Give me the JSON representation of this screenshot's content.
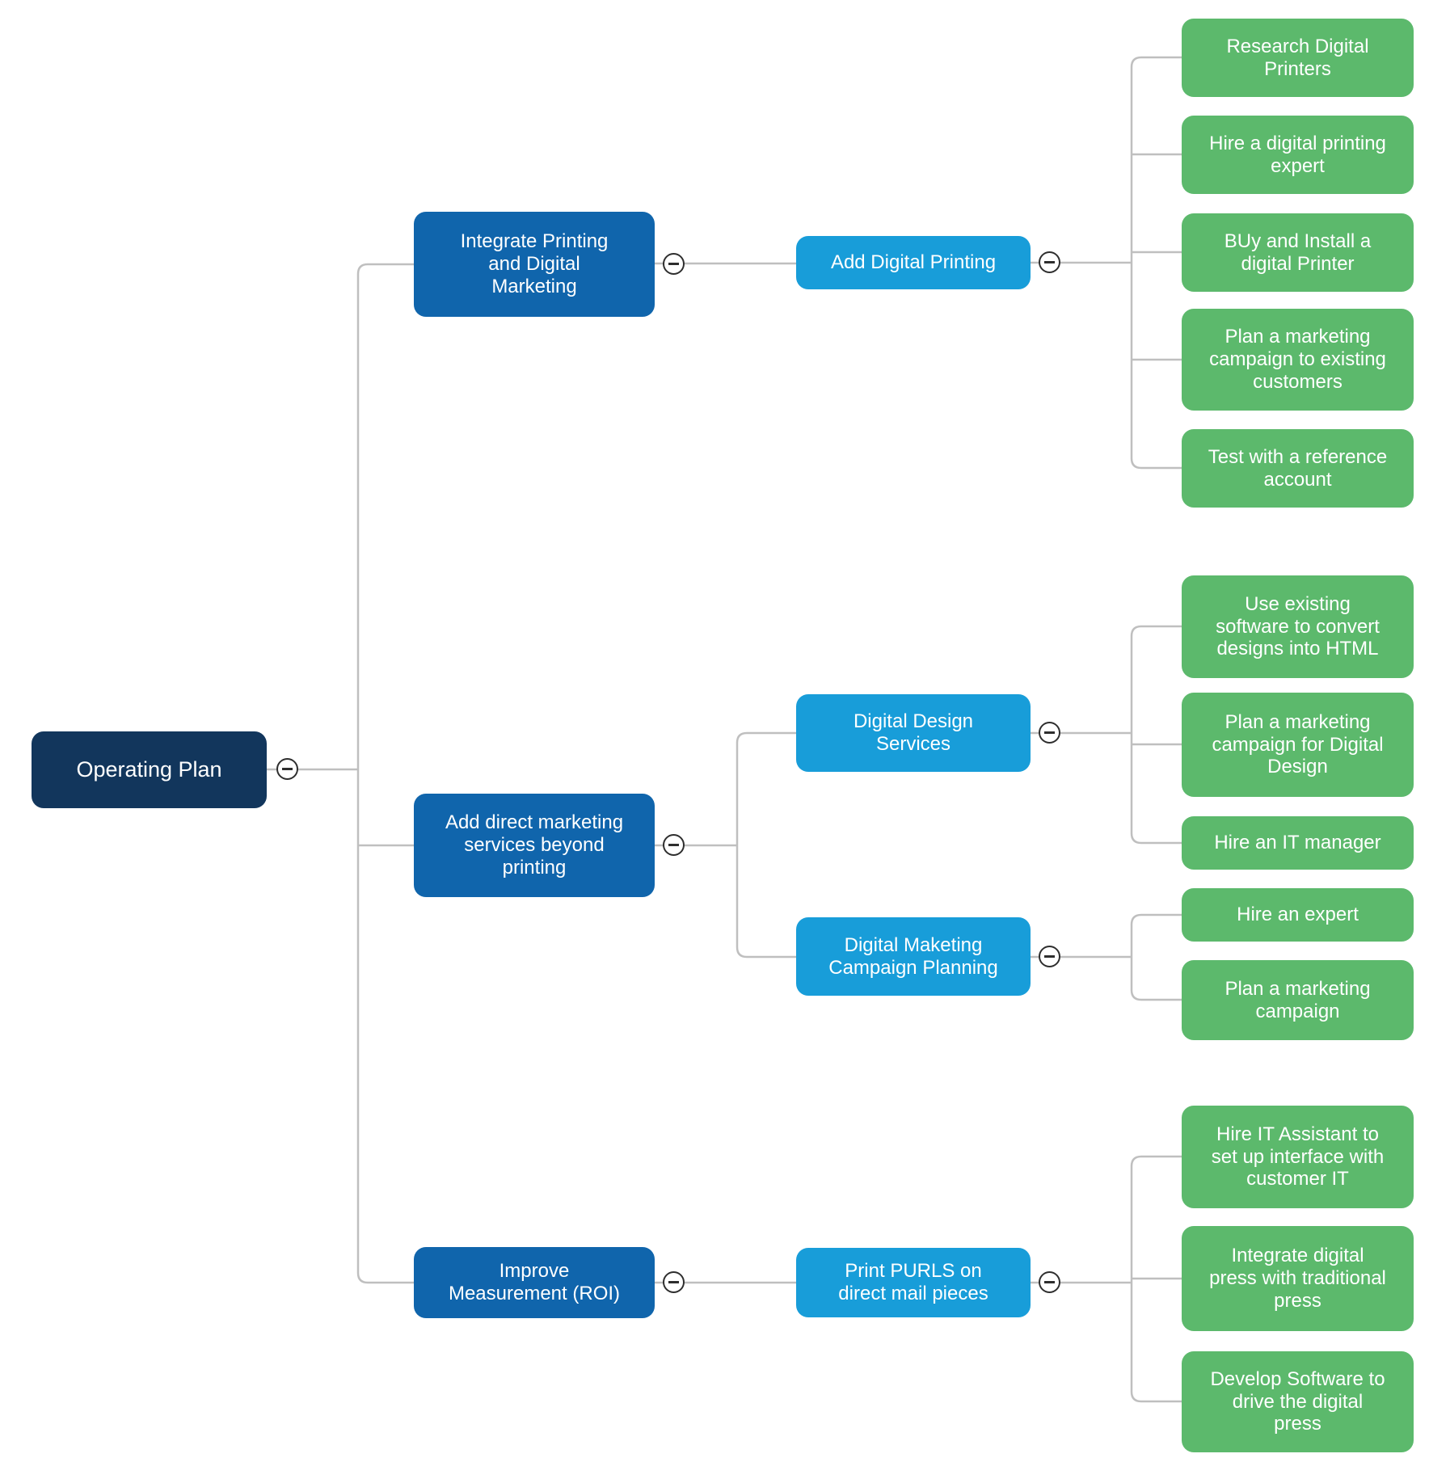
{
  "palette": {
    "root_bg": "#12365C",
    "branch_bg": "#1065AC",
    "sub_bg": "#189DD9",
    "leaf_bg": "#5CB96C",
    "node_text": "#FFFFFF",
    "connector": "#BFBFBF",
    "toggle_border": "#2E2E2E",
    "background": "#FFFFFF"
  },
  "icons": {
    "collapse_toggle": "minus-circle"
  },
  "mindmap": {
    "root": {
      "label": "Operating Plan"
    },
    "branches": [
      {
        "label": "Integrate Printing\nand Digital\nMarketing",
        "children": [
          {
            "label": "Add Digital Printing",
            "children": [
              {
                "label": "Research Digital\nPrinters"
              },
              {
                "label": "Hire a digital printing\nexpert"
              },
              {
                "label": "BUy and Install a\ndigital Printer"
              },
              {
                "label": "Plan a marketing\ncampaign to existing\ncustomers"
              },
              {
                "label": "Test with a reference\naccount"
              }
            ]
          }
        ]
      },
      {
        "label": "Add direct marketing\nservices beyond\nprinting",
        "children": [
          {
            "label": "Digital Design\nServices",
            "children": [
              {
                "label": "Use existing\nsoftware to convert\ndesigns into HTML"
              },
              {
                "label": "Plan a marketing\ncampaign for Digital\nDesign"
              },
              {
                "label": "Hire an IT manager"
              }
            ]
          },
          {
            "label": "Digital Maketing\nCampaign Planning",
            "children": [
              {
                "label": "Hire an expert"
              },
              {
                "label": "Plan a marketing\ncampaign"
              }
            ]
          }
        ]
      },
      {
        "label": "Improve\nMeasurement (ROI)",
        "children": [
          {
            "label": "Print PURLS on\ndirect mail pieces",
            "children": [
              {
                "label": "Hire IT Assistant to\nset up interface with\ncustomer IT"
              },
              {
                "label": "Integrate digital\npress with traditional\npress"
              },
              {
                "label": "Develop Software to\ndrive the digital\npress"
              }
            ]
          }
        ]
      }
    ]
  }
}
